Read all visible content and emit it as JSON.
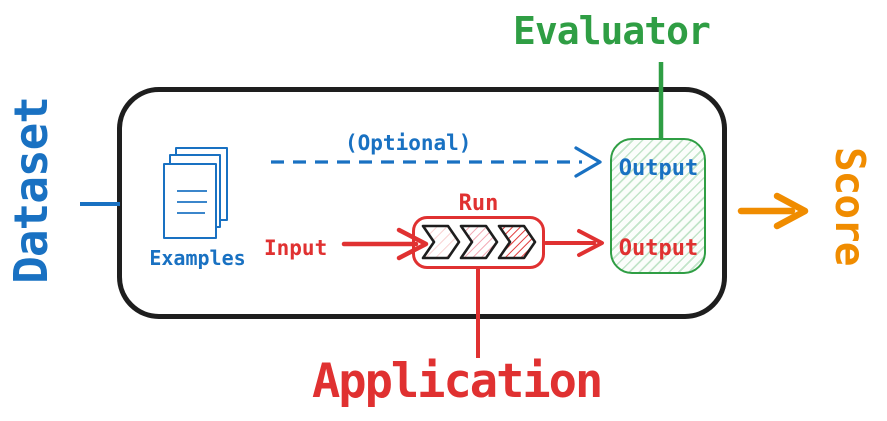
{
  "diagram_title": "Dataset evaluation flow",
  "labels": {
    "evaluator": "Evaluator",
    "dataset": "Dataset",
    "score": "Score",
    "application": "Application",
    "examples": "Examples",
    "optional": "(Optional)",
    "input": "Input",
    "run": "Run",
    "output_top": "Output",
    "output_bottom": "Output"
  },
  "colors": {
    "blue": "#1971c2",
    "red": "#e03131",
    "green": "#2f9e44",
    "orange": "#f08c00",
    "ink": "#1e1e1e"
  },
  "icons": {
    "documents_icon": "stacked-pages",
    "run_steps_icon": "triple-chevron-pipeline",
    "arrow_style": "open-chevron-head"
  },
  "flow": {
    "optional_edge": "Examples -> Evaluator Output (dashed, optional)",
    "main_edge": "Input -> Run -> Output",
    "score_edge": "Evaluator -> Score"
  }
}
